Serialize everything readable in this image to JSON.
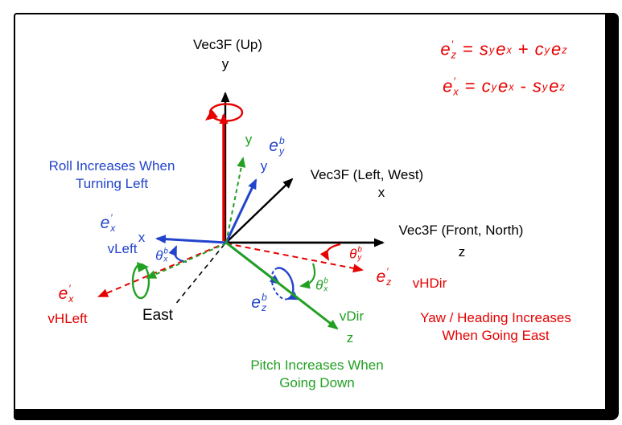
{
  "colors": {
    "black": "#000000",
    "red": "#e60000",
    "blue": "#2244cc",
    "green": "#22a022",
    "frame_border": "#000000",
    "background": "#ffffff"
  },
  "labels": {
    "vec_up_title": "Vec3F (Up)",
    "vec_up_letter": "y",
    "vec_left_title": "Vec3F (Left, West)",
    "vec_left_letter": "x",
    "vec_front_title": "Vec3F (Front, North)",
    "vec_front_letter": "z",
    "east": "East",
    "roll_line1": "Roll Increases When",
    "roll_line2": "Turning Left",
    "pitch_line1": "Pitch Increases When",
    "pitch_line2": "Going Down",
    "yaw_line1": "Yaw / Heading Increases",
    "yaw_line2": "When Going East",
    "vleft": "vLeft",
    "vdir": "vDir",
    "vhdir": "vHDir",
    "vhleft": "vHLeft",
    "body_x_letter": "x",
    "body_y_letter": "y",
    "heading_y_letter": "y",
    "vdir_letter": "z"
  },
  "math": {
    "e_prime_x_blue": {
      "base": "e",
      "sup": "′",
      "sub": "x"
    },
    "e_prime_x_red": {
      "base": "e",
      "sup": "′",
      "sub": "x"
    },
    "e_prime_z_red": {
      "base": "e",
      "sup": "′",
      "sub": "z"
    },
    "e_b_y": {
      "base": "e",
      "sup": "b",
      "sub": "y"
    },
    "e_b_z": {
      "base": "e",
      "sup": "b",
      "sub": "z"
    },
    "theta_b_x_blue": {
      "base": "θ",
      "sup": "b",
      "sub": "x"
    },
    "theta_b_x_green": {
      "base": "θ",
      "sup": "b",
      "sub": "x"
    },
    "theta_b_y_red": {
      "base": "θ",
      "sup": "b",
      "sub": "y"
    }
  },
  "equations": {
    "line1": {
      "lhs": {
        "base": "e",
        "sup": "′",
        "sub": "z"
      },
      "eq": "=",
      "t1": {
        "base": "s",
        "sub": "y"
      },
      "t2": {
        "base": "e",
        "sub": "x"
      },
      "op": "+",
      "t3": {
        "base": "c",
        "sub": "y"
      },
      "t4": {
        "base": "e",
        "sub": "z"
      }
    },
    "line2": {
      "lhs": {
        "base": "e",
        "sup": "′",
        "sub": "x"
      },
      "eq": "=",
      "t1": {
        "base": "c",
        "sub": "y"
      },
      "t2": {
        "base": "e",
        "sub": "x"
      },
      "op": "-",
      "t3": {
        "base": "s",
        "sub": "y"
      },
      "t4": {
        "base": "e",
        "sub": "z"
      }
    }
  }
}
